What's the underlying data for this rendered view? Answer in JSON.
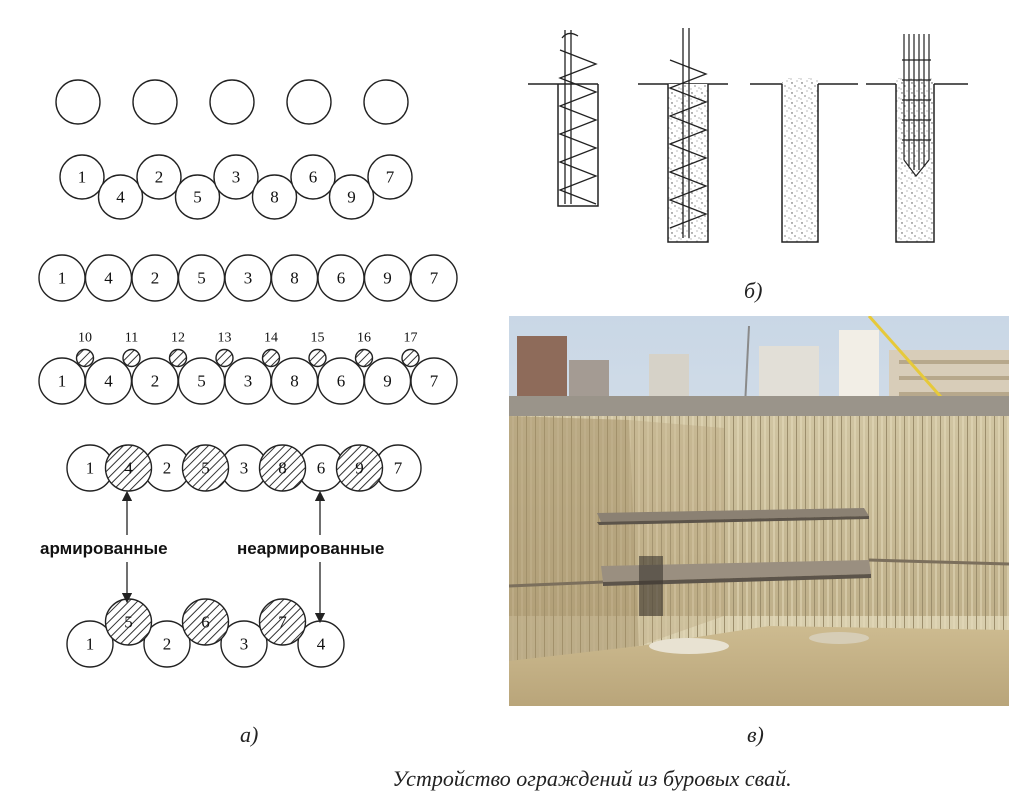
{
  "diagram_a": {
    "row1_count": 5,
    "row2": [
      {
        "n": "1",
        "level": "up"
      },
      {
        "n": "4",
        "level": "down"
      },
      {
        "n": "2",
        "level": "up"
      },
      {
        "n": "5",
        "level": "down"
      },
      {
        "n": "3",
        "level": "up"
      },
      {
        "n": "8",
        "level": "down"
      },
      {
        "n": "6",
        "level": "up"
      },
      {
        "n": "9",
        "level": "down"
      },
      {
        "n": "7",
        "level": "up"
      }
    ],
    "row3": [
      "1",
      "4",
      "2",
      "5",
      "3",
      "8",
      "6",
      "9",
      "7"
    ],
    "row4_main": [
      "1",
      "4",
      "2",
      "5",
      "3",
      "8",
      "6",
      "9",
      "7"
    ],
    "row4_small": [
      "10",
      "11",
      "12",
      "13",
      "14",
      "15",
      "16",
      "17"
    ],
    "row5": [
      {
        "n": "1",
        "hatched": false
      },
      {
        "n": "4",
        "hatched": true
      },
      {
        "n": "2",
        "hatched": false
      },
      {
        "n": "5",
        "hatched": true
      },
      {
        "n": "3",
        "hatched": false
      },
      {
        "n": "8",
        "hatched": true
      },
      {
        "n": "6",
        "hatched": false
      },
      {
        "n": "9",
        "hatched": true
      },
      {
        "n": "7",
        "hatched": false
      }
    ],
    "row6": [
      {
        "n": "1",
        "hatched": false,
        "level": "down"
      },
      {
        "n": "5",
        "hatched": true,
        "level": "up"
      },
      {
        "n": "2",
        "hatched": false,
        "level": "down"
      },
      {
        "n": "6",
        "hatched": true,
        "level": "up"
      },
      {
        "n": "3",
        "hatched": false,
        "level": "down"
      },
      {
        "n": "7",
        "hatched": true,
        "level": "up"
      },
      {
        "n": "4",
        "hatched": false,
        "level": "down"
      }
    ],
    "label_reinforced": "армированные",
    "label_unreinforced": "неармированные"
  },
  "labels": {
    "a": "а)",
    "b": "б)",
    "v": "в)"
  },
  "caption": "Устройство ограждений из буровых свай."
}
